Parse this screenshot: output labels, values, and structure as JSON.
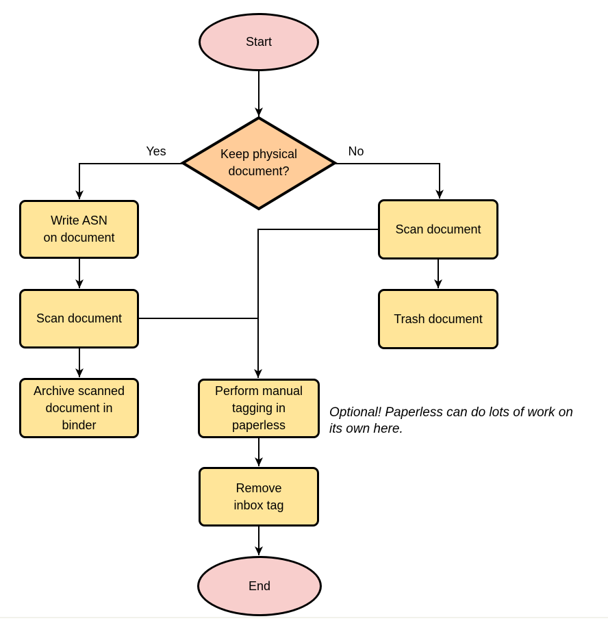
{
  "colors": {
    "terminal-fill": "#F8CECC",
    "decision-fill": "#FFCC99",
    "process-fill": "#FFE599",
    "stroke": "#000000",
    "page-bg": "#FFFFFF",
    "hairline": "#F2F2EB"
  },
  "nodes": {
    "start": {
      "label": "Start",
      "type": "terminal"
    },
    "decision": {
      "label": "Keep physical\ndocument?",
      "type": "decision"
    },
    "write_asn": {
      "label": "Write ASN\non document",
      "type": "process"
    },
    "scan_left": {
      "label": "Scan document",
      "type": "process"
    },
    "archive": {
      "label": "Archive scanned\ndocument in\nbinder",
      "type": "process"
    },
    "scan_right": {
      "label": "Scan document",
      "type": "process"
    },
    "trash": {
      "label": "Trash document",
      "type": "process"
    },
    "tagging": {
      "label": "Perform manual\ntagging in\npaperless",
      "type": "process"
    },
    "remove_inbox": {
      "label": "Remove\ninbox tag",
      "type": "process"
    },
    "end": {
      "label": "End",
      "type": "terminal"
    }
  },
  "edge_labels": {
    "yes": "Yes",
    "no": "No"
  },
  "note": {
    "text": "Optional! Paperless can do lots of work on\nits own here."
  }
}
